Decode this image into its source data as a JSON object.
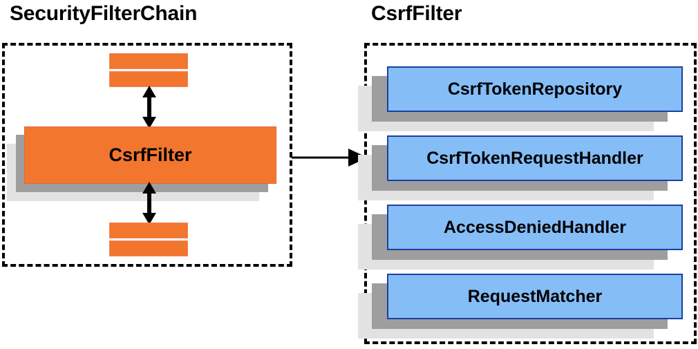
{
  "diagram": {
    "type": "component-collaboration-diagram",
    "background_color": "#ffffff",
    "panels": [
      {
        "id": "security-filter-chain",
        "title": "SecurityFilterChain",
        "border_style": "dashed",
        "border_color": "#000000",
        "highlight_color": "#f2762e"
      },
      {
        "id": "csrf-filter",
        "title": "CsrfFilter",
        "border_style": "dashed",
        "border_color": "#000000",
        "highlight_color": "#85bdf7"
      }
    ]
  },
  "left_panel": {
    "title": "SecurityFilterChain",
    "highlighted_filter": {
      "label": "CsrfFilter",
      "fill_color": "#f2762e",
      "border_color": "#e0673c"
    },
    "preceding_filters": [
      {
        "label": "",
        "fill_color": "#f2762e"
      },
      {
        "label": "",
        "fill_color": "#f2762e"
      }
    ],
    "following_filters": [
      {
        "label": "",
        "fill_color": "#f2762e"
      },
      {
        "label": "",
        "fill_color": "#f2762e"
      }
    ],
    "connectors": [
      {
        "name": "chain-up",
        "direction": "double-vertical"
      },
      {
        "name": "chain-down",
        "direction": "double-vertical"
      }
    ]
  },
  "right_panel": {
    "title": "CsrfFilter",
    "collaborators": [
      {
        "label": "CsrfTokenRepository",
        "fill_color": "#85bdf7",
        "border_color": "#1b3fa0"
      },
      {
        "label": "CsrfTokenRequestHandler",
        "fill_color": "#85bdf7",
        "border_color": "#1b3fa0"
      },
      {
        "label": "AccessDeniedHandler",
        "fill_color": "#85bdf7",
        "border_color": "#1b3fa0"
      },
      {
        "label": "RequestMatcher",
        "fill_color": "#85bdf7",
        "border_color": "#1b3fa0"
      }
    ]
  },
  "connector": {
    "name": "expansion-arrow",
    "direction": "right",
    "from": "security-filter-chain",
    "to": "csrf-filter",
    "color": "#000000"
  },
  "colors": {
    "orange_fill": "#f2762e",
    "orange_border": "#e0673c",
    "blue_fill": "#85bdf7",
    "blue_border": "#1b3fa0",
    "shadow_near": "#9e9e9e",
    "shadow_far": "#e2e2e2",
    "outline": "#000000"
  }
}
